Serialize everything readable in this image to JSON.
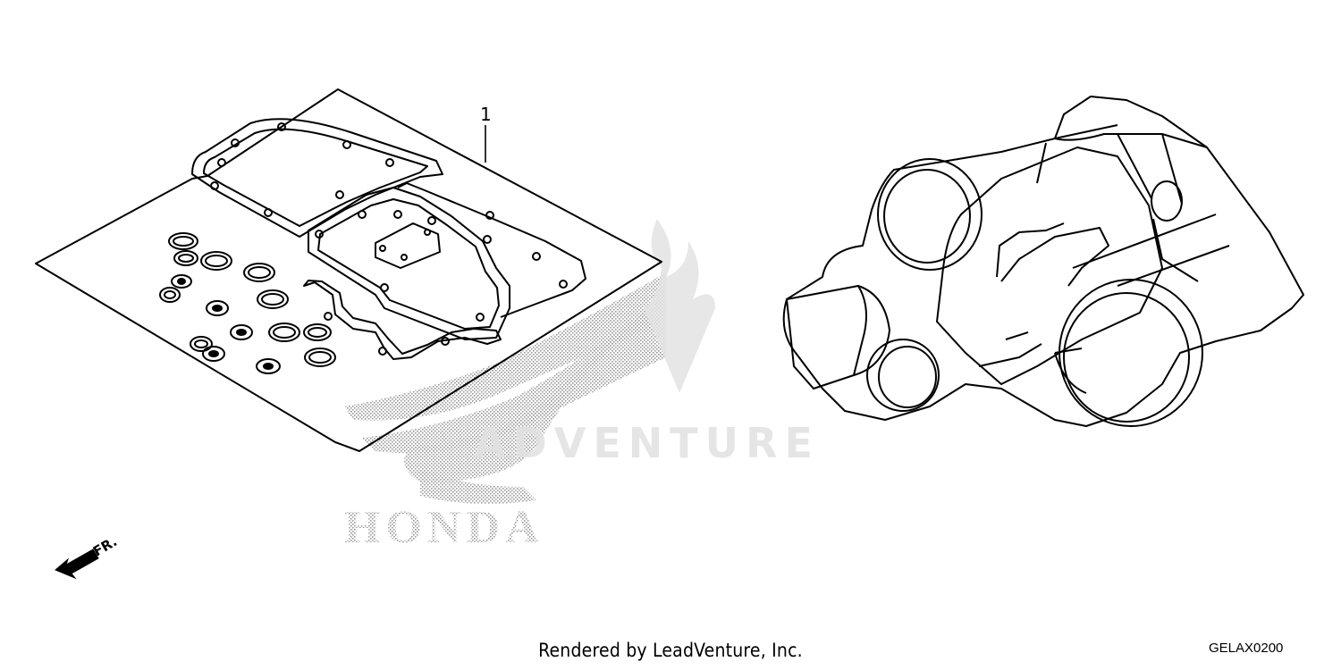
{
  "diagram": {
    "callout_number": "1",
    "direction_label": "FR.",
    "footer_credit": "Rendered by LeadVenture, Inc.",
    "diagram_code": "GELAX0200"
  },
  "watermark": {
    "brand_text": "HONDA",
    "vendor_text": "ADVENTURE"
  },
  "colors": {
    "line": "#000000",
    "watermark": "#dcdcdc",
    "stipple": "#b0b0b0"
  }
}
